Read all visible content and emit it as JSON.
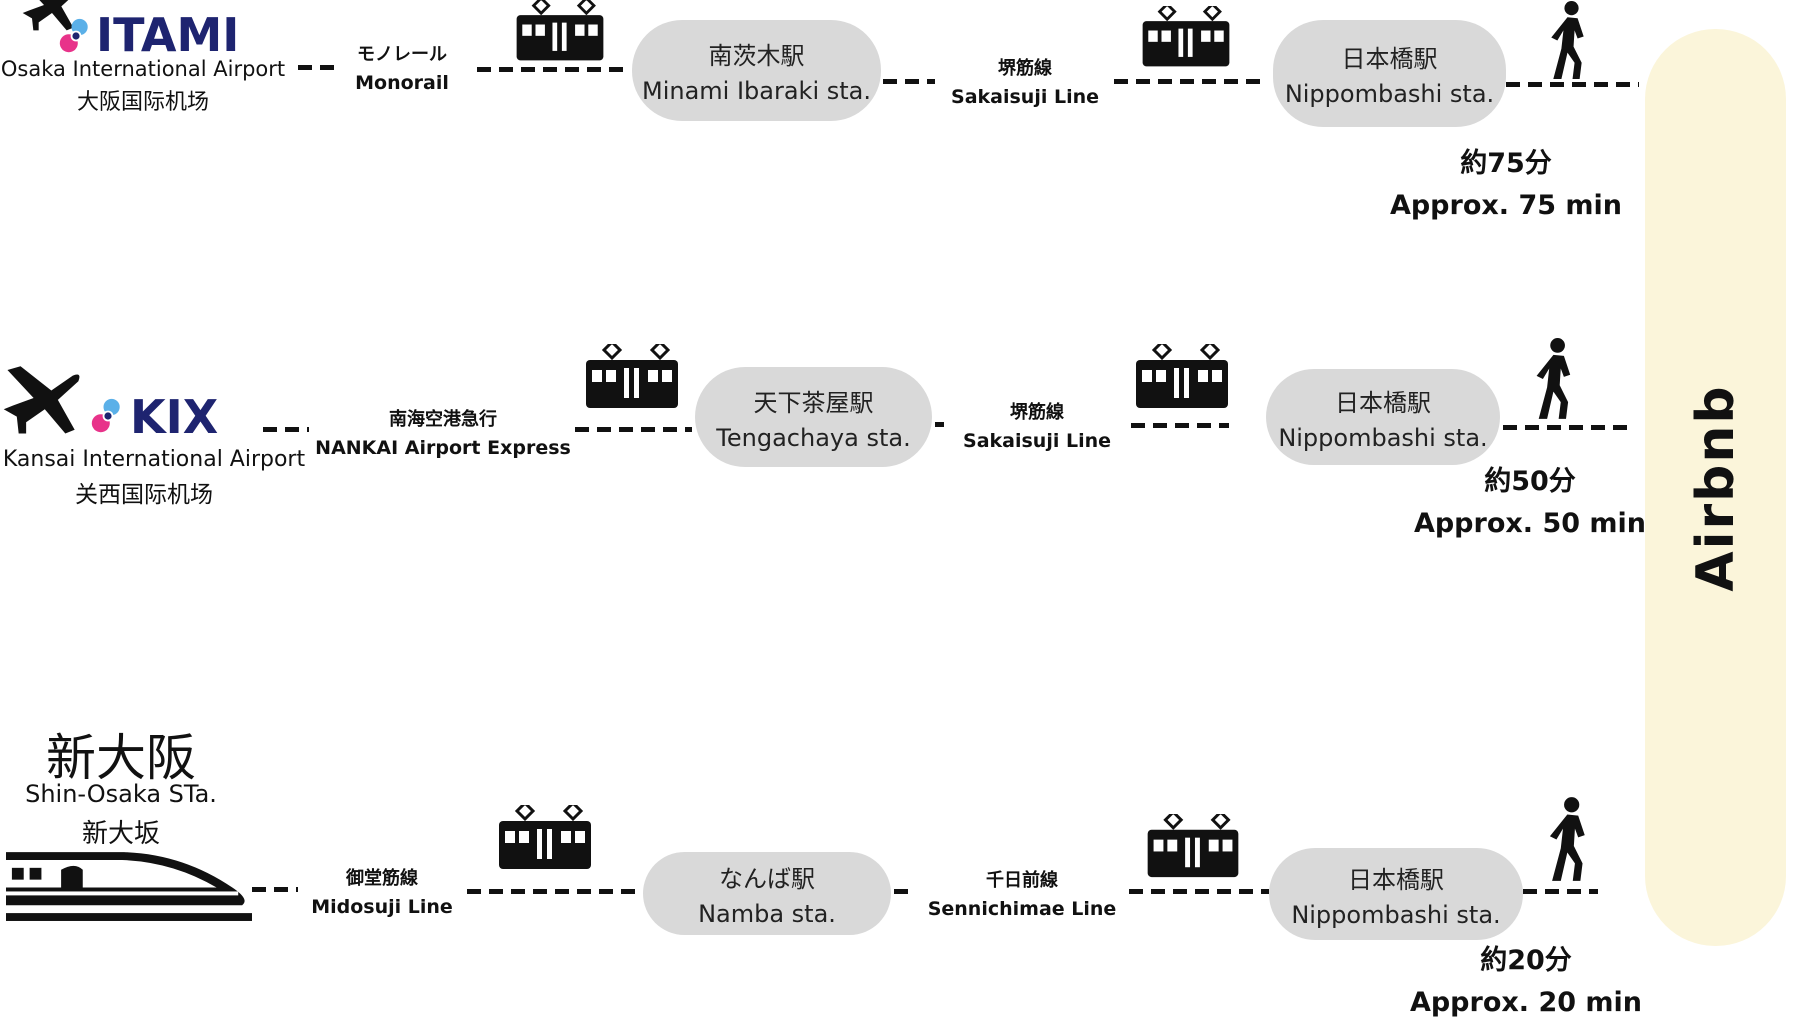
{
  "destination": "Airbnb",
  "routes": [
    {
      "origin": {
        "logo": "ITAMI",
        "name_en": "Osaka International Airport",
        "name_cn": "大阪国际机场"
      },
      "legs": [
        {
          "jp": "モノレール",
          "en": "Monorail"
        },
        {
          "jp": "堺筋線",
          "en": "Sakaisuji Line"
        }
      ],
      "stations": [
        {
          "jp": "南茨木駅",
          "en": "Minami Ibaraki sta."
        },
        {
          "jp": "日本橋駅",
          "en": "Nippombashi sta."
        }
      ],
      "time_jp": "約75分",
      "time_en": "Approx. 75 min"
    },
    {
      "origin": {
        "logo": "KIX",
        "name_en": "Kansai International Airport",
        "name_cn": "关西国际机场"
      },
      "legs": [
        {
          "jp": "南海空港急行",
          "en": "NANKAI Airport Express"
        },
        {
          "jp": "堺筋線",
          "en": "Sakaisuji Line"
        }
      ],
      "stations": [
        {
          "jp": "天下茶屋駅",
          "en": "Tengachaya sta."
        },
        {
          "jp": "日本橋駅",
          "en": "Nippombashi sta."
        }
      ],
      "time_jp": "約50分",
      "time_en": "Approx. 50 min"
    },
    {
      "origin": {
        "name_jp": "新大阪",
        "name_en": "Shin-Osaka STa.",
        "name_cn": "新大坂"
      },
      "legs": [
        {
          "jp": "御堂筋線",
          "en": "Midosuji Line"
        },
        {
          "jp": "千日前線",
          "en": "Sennichimae Line"
        }
      ],
      "stations": [
        {
          "jp": "なんば駅",
          "en": "Namba sta."
        },
        {
          "jp": "日本橋駅",
          "en": "Nippombashi sta."
        }
      ],
      "time_jp": "約20分",
      "time_en": "Approx. 20 min"
    }
  ],
  "colors": {
    "accent_bar": "#fbf5da",
    "pill": "#d9d9d9",
    "logo": "#1e2470"
  }
}
